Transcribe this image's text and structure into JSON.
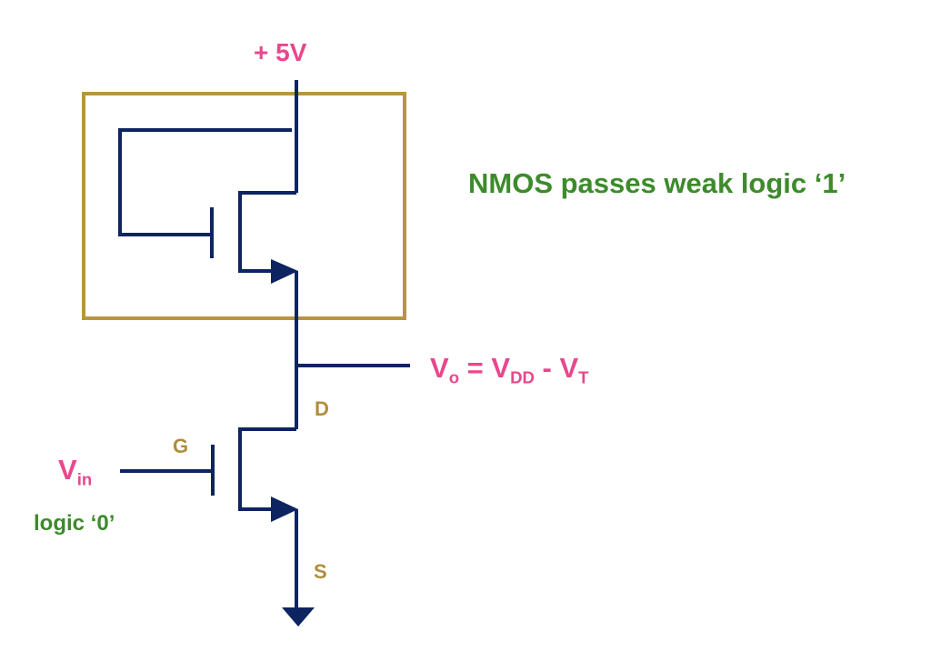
{
  "supply_label": "+ 5V",
  "title": "NMOS passes weak logic ‘1’",
  "output": {
    "v": "V",
    "o_sub": "o",
    "eq": " = V",
    "dd_sub": "DD",
    "minus": " - V",
    "t_sub": "T"
  },
  "input": {
    "v": "V",
    "in_sub": "in",
    "logic": "logic ‘0’"
  },
  "terminals": {
    "drain": "D",
    "gate": "G",
    "source": "S"
  },
  "colors": {
    "wire": "#0d2461",
    "box": "#b8963e",
    "pink": "#e8488c",
    "green": "#3e8a2c",
    "gold": "#b08d3c"
  }
}
